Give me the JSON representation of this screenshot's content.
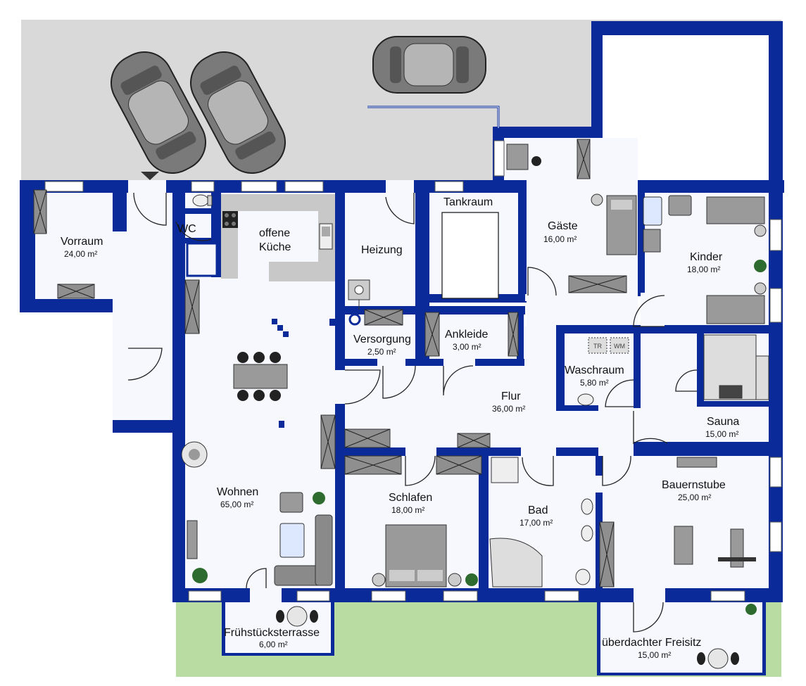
{
  "colors": {
    "wall": "#0a2a9a",
    "floor": "#f7f8fe",
    "driveway": "#d9d9d9",
    "lawn": "#b9dca2",
    "kitchen": "#c8c8c8",
    "furniture": "#9a9a9a",
    "window": "#ffffff",
    "plant": "#2e6b2e"
  },
  "rooms": {
    "vorraum": {
      "name": "Vorraum",
      "area": "24,00 m²"
    },
    "wc": {
      "name": "WC"
    },
    "kueche": {
      "name1": "offene",
      "name2": "Küche"
    },
    "heizung": {
      "name": "Heizung"
    },
    "tankraum": {
      "name": "Tankraum"
    },
    "gaeste": {
      "name": "Gäste",
      "area": "16,00 m²"
    },
    "kinder": {
      "name": "Kinder",
      "area": "18,00 m²"
    },
    "versorgung": {
      "name": "Versorgung",
      "area": "2,50 m²"
    },
    "ankleide": {
      "name": "Ankleide",
      "area": "3,00 m²"
    },
    "waschraum": {
      "name": "Waschraum",
      "area": "5,80 m²"
    },
    "flur": {
      "name": "Flur",
      "area": "36,00 m²"
    },
    "sauna": {
      "name": "Sauna",
      "area": "15,00 m²"
    },
    "wohnen": {
      "name": "Wohnen",
      "area": "65,00 m²"
    },
    "schlafen": {
      "name": "Schlafen",
      "area": "18,00 m²"
    },
    "bad": {
      "name": "Bad",
      "area": "17,00 m²"
    },
    "bauernstube": {
      "name": "Bauernstube",
      "area": "25,00 m²"
    },
    "fruehstueck": {
      "name": "Frühstücksterrasse",
      "area": "6,00 m²"
    },
    "freisitz": {
      "name": "überdachter Freisitz",
      "area": "15,00 m²"
    }
  },
  "appliances": {
    "dryer": "TR",
    "washer": "WM"
  },
  "icons": [
    "car-icon",
    "plant-icon",
    "door-swing-icon",
    "window-icon",
    "bed-icon",
    "bathtub-icon",
    "toilet-icon",
    "sink-icon",
    "table-icon",
    "sofa-icon",
    "treadmill-icon",
    "weight-bench-icon",
    "stove-icon",
    "entrance-arrow-icon"
  ]
}
